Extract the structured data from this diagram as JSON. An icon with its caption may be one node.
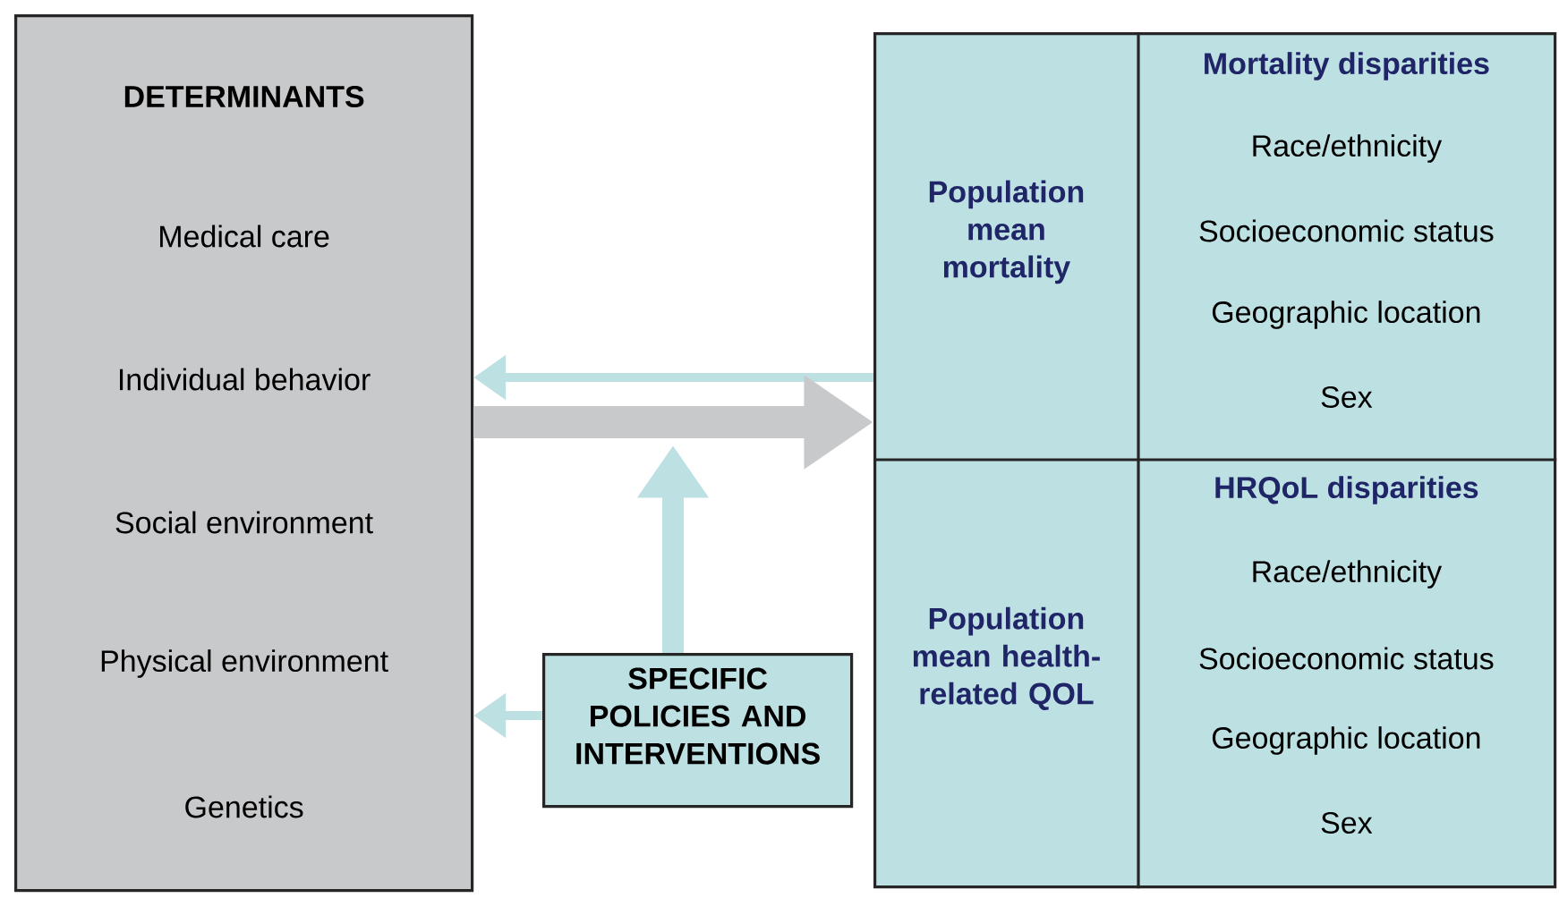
{
  "diagram": {
    "nodes": [
      {
        "text": [
          "DETERMINANTS",
          "Medical care",
          "Individual behavior",
          "Social environment",
          "Physical environment",
          "Genetics"
        ]
      },
      {
        "text": [],
        "shape": "box"
      },
      {
        "text": [
          "Population mean mortality"
        ],
        "in": 1
      },
      {
        "text": [
          "Mortality disparities",
          "Race/ethnicity",
          "Socioeconomic status",
          "Geographic location",
          "Sex"
        ],
        "in": 1
      },
      {
        "text": [
          "Population mean health-related QOL"
        ],
        "in": 1
      },
      {
        "text": [
          "HRQoL disparities",
          "Race/ethnicity",
          "Socioeconomic status",
          "Geographic location",
          "Sex"
        ],
        "in": 1
      },
      {
        "text": [
          "SPECIFIC POLICIES AND INTERVENTIONS"
        ]
      }
    ],
    "edges": [
      {
        "from": 1,
        "to": 0,
        "arrow": "to"
      },
      {
        "from": 0,
        "to": 1,
        "arrow": "to",
        "style": "thick",
        "color": "#c8c9cb"
      },
      {
        "from": 6,
        "to": null,
        "arrow": "to",
        "style": "thick"
      },
      {
        "from": 6,
        "to": 0,
        "arrow": "to"
      }
    ]
  }
}
